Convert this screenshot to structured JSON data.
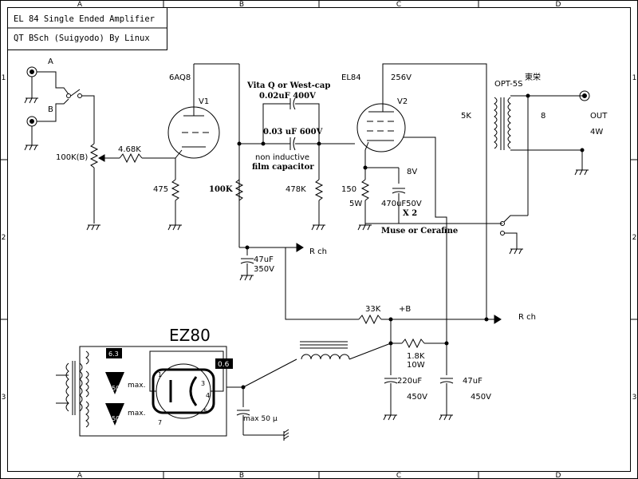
{
  "title_block": {
    "line1": "EL 84 Single Ended Amplifier",
    "line2": "QT BSch (Suigyodo) By Linux"
  },
  "frame": {
    "columns": [
      "A",
      "B",
      "C",
      "D"
    ],
    "rows": [
      "1",
      "2",
      "3"
    ]
  },
  "inputs": {
    "a": "A",
    "b": "B"
  },
  "labels": {
    "vol": "100K(B)",
    "r_grid": "4.68K",
    "tube_v1_type": "6AQ8",
    "tube_v1": "V1",
    "r_cathode1": "475",
    "r_plate1": "100K",
    "cap_coupling_brand": "Vita Q or West-cap",
    "cap_coupling1": "0.02uF 400V",
    "cap_coupling2": "0.03 uF 600V",
    "cap_note1": "non inductive",
    "cap_note2": "film capacitor",
    "r_grid2": "478K",
    "tube_v2_type": "EL84",
    "tube_v2": "V2",
    "plate_voltage": "256V",
    "r_cathode2": "150",
    "r_cathode2_w": "5W",
    "cathode_voltage": "8V",
    "cap_cathode": "470uF50V",
    "cap_cathode_qty": "X 2",
    "cap_cathode_brand": "Muse or Cerafine",
    "transformer": "OPT-5S",
    "transformer_maker": "東栄",
    "primary_z": "5K",
    "secondary_z": "8",
    "output": "OUT",
    "output_power": "4W",
    "rch1": "R ch",
    "cap_dec": "47uF",
    "cap_dec_v": "350V",
    "r_dec": "33K",
    "b_plus": "+B",
    "rch2": "R ch",
    "rectifier": "EZ80",
    "heater_label": "6.3",
    "bias_label": "0.6",
    "hv1": "350",
    "hv1_max": "max.",
    "hv2": "350",
    "hv2_max": "max.",
    "pin1": "1",
    "pin3": "3",
    "pin4": "4",
    "pin5": "5",
    "pin7": "7",
    "cap_input_max": "max 50",
    "cap_input_unit": "μ",
    "r_filter": "1.8K",
    "r_filter_w": "10W",
    "cap_f1": "220uF",
    "cap_f1_v": "450V",
    "cap_f2": "47uF",
    "cap_f2_v": "450V"
  }
}
